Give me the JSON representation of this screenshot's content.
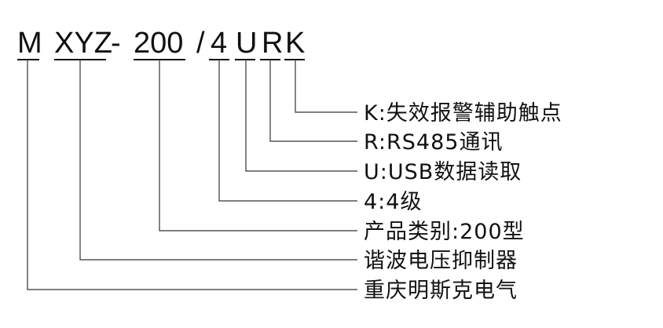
{
  "code": {
    "segments": [
      "M",
      "XYZ",
      "-",
      "200",
      "/",
      "4",
      "U",
      "R",
      "K"
    ]
  },
  "items": [
    {
      "text": "K:失效报警辅助触点"
    },
    {
      "text": "R:RS485通讯"
    },
    {
      "text": "U:USB数据读取"
    },
    {
      "text": "4:4级"
    },
    {
      "text": "产品类别:200型"
    },
    {
      "text": "谐波电压抑制器"
    },
    {
      "text": "重庆明斯克电气"
    }
  ]
}
